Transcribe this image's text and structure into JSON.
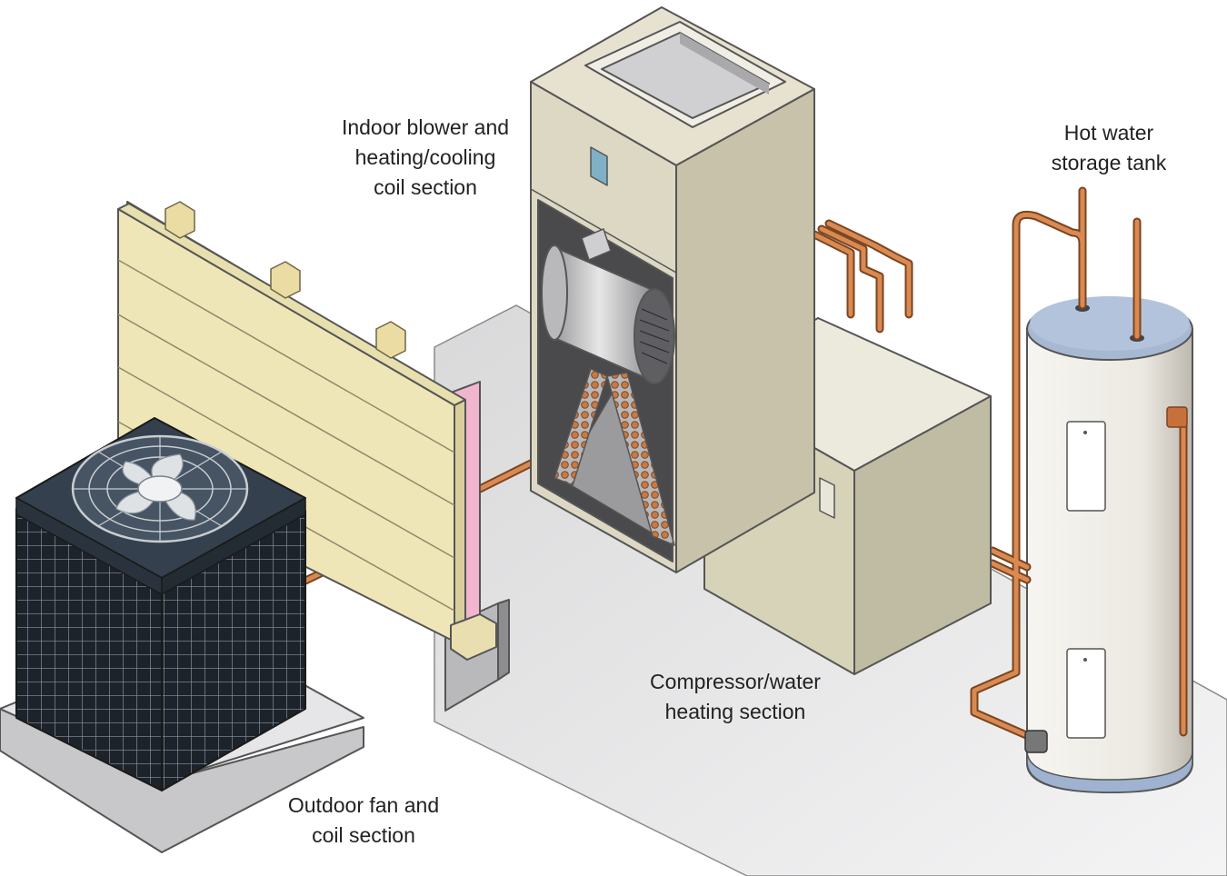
{
  "labels": {
    "blower": {
      "lines": [
        "Indoor blower and",
        "heating/cooling",
        "coil section"
      ]
    },
    "tank": {
      "lines": [
        "Hot water",
        "storage tank"
      ]
    },
    "compressor": {
      "lines": [
        "Compressor/water",
        "heating section"
      ]
    },
    "outdoor": {
      "lines": [
        "Outdoor fan and",
        "coil section"
      ]
    }
  },
  "colors": {
    "copper": "#c8703c",
    "cabinet": "#ddd8c4",
    "tank": "#f4f2ee",
    "tank_cap": "#9fb2cf",
    "siding": "#efe6b8",
    "insulation": "#eaa6c6",
    "condenser": "#2c3540"
  },
  "icons": [
    "outdoor-condenser-icon",
    "fan-grille-icon",
    "air-handler-icon",
    "blower-wheel-icon",
    "a-coil-icon",
    "compressor-cabinet-icon",
    "water-tank-icon",
    "wall-section-icon",
    "copper-pipe-icon"
  ]
}
